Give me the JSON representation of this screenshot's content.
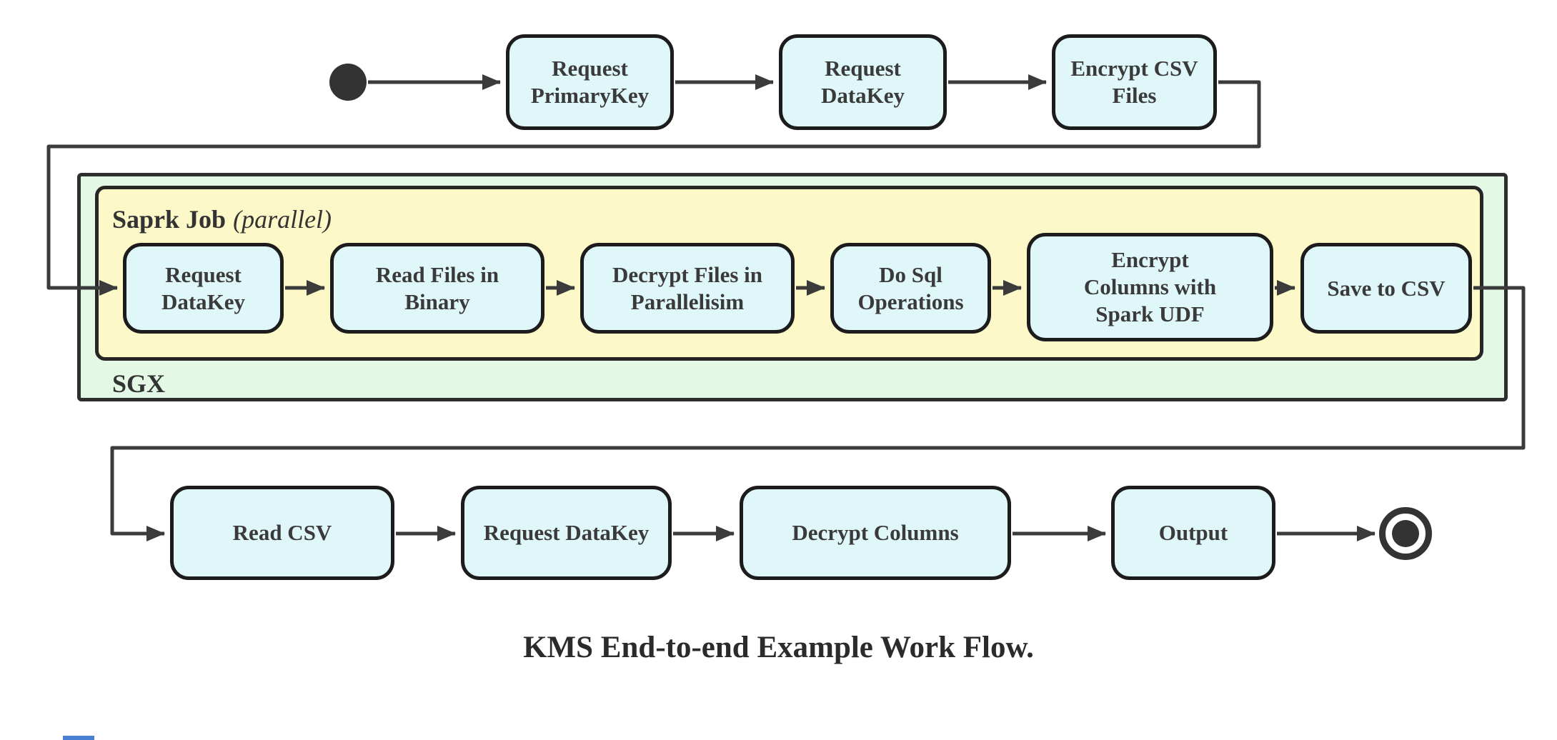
{
  "diagram": {
    "caption": "KMS End-to-end Example Work Flow.",
    "colors": {
      "node_fill": "#e0f7fa",
      "node_border": "#1c1c1c",
      "edge": "#3b3b3b",
      "text": "#3a3a3a",
      "sgx_container_fill": "#e3f8e5",
      "spark_container_fill": "#fdf8c8",
      "container_border": "#2e2e2e"
    },
    "start_node": "start",
    "end_node": "end",
    "top_row": [
      {
        "label": "Request PrimaryKey"
      },
      {
        "label": "Request DataKey"
      },
      {
        "label": "Encrypt CSV Files"
      }
    ],
    "sgx_container": {
      "label": "SGX",
      "spark_container": {
        "title": "Saprk Job",
        "annotation": "(parallel)",
        "nodes": [
          {
            "label": "Request DataKey"
          },
          {
            "label": "Read Files in Binary"
          },
          {
            "label": "Decrypt Files in Parallelisim"
          },
          {
            "label": "Do Sql Operations"
          },
          {
            "label": "Encrypt Columns with Spark UDF"
          },
          {
            "label": "Save to CSV"
          }
        ]
      }
    },
    "bottom_row": [
      {
        "label": "Read CSV"
      },
      {
        "label": "Request DataKey"
      },
      {
        "label": "Decrypt Columns"
      },
      {
        "label": "Output"
      }
    ]
  }
}
